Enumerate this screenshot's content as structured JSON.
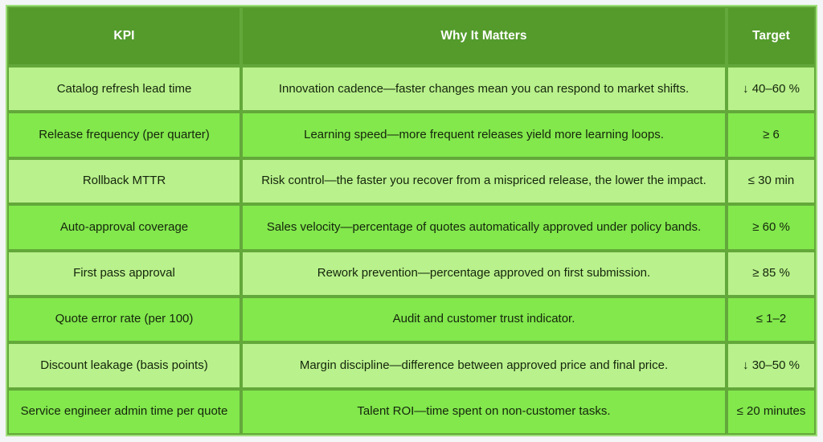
{
  "table": {
    "columns": [
      {
        "key": "kpi",
        "label": "KPI"
      },
      {
        "key": "why",
        "label": "Why It Matters"
      },
      {
        "key": "target",
        "label": "Target"
      }
    ],
    "rows": [
      {
        "kpi": "Catalog refresh lead time",
        "why": "Innovation cadence—faster changes mean you can respond to market shifts.",
        "target": "↓ 40–60 %"
      },
      {
        "kpi": "Release frequency (per quarter)",
        "why": "Learning speed—more frequent releases yield more learning loops.",
        "target": "≥ 6"
      },
      {
        "kpi": "Rollback MTTR",
        "why": "Risk control—the faster you recover from a mispriced release, the lower the impact.",
        "target": "≤ 30 min"
      },
      {
        "kpi": "Auto-approval coverage",
        "why": "Sales velocity—percentage of quotes automatically approved under policy bands.",
        "target": "≥ 60 %"
      },
      {
        "kpi": "First pass approval",
        "why": "Rework prevention—percentage approved on first submission.",
        "target": "≥ 85 %"
      },
      {
        "kpi": "Quote error rate (per 100)",
        "why": "Audit and customer trust indicator.",
        "target": "≤ 1–2"
      },
      {
        "kpi": "Discount leakage (basis points)",
        "why": "Margin discipline—difference between approved price and final price.",
        "target": "↓ 30–50 %"
      },
      {
        "kpi": "Service engineer admin time per quote",
        "why": "Talent ROI—time spent on non-customer tasks.",
        "target": "≤ 20 minutes"
      }
    ]
  },
  "colors": {
    "header_background": "#549b2c",
    "header_text": "#ffffff",
    "row_light": "#b9f18c",
    "row_dark": "#82e84c",
    "cell_border": "#63a83a",
    "outer_border": "#9fe07a",
    "page_background": "#f4f5f6",
    "body_text": "#15250c"
  }
}
